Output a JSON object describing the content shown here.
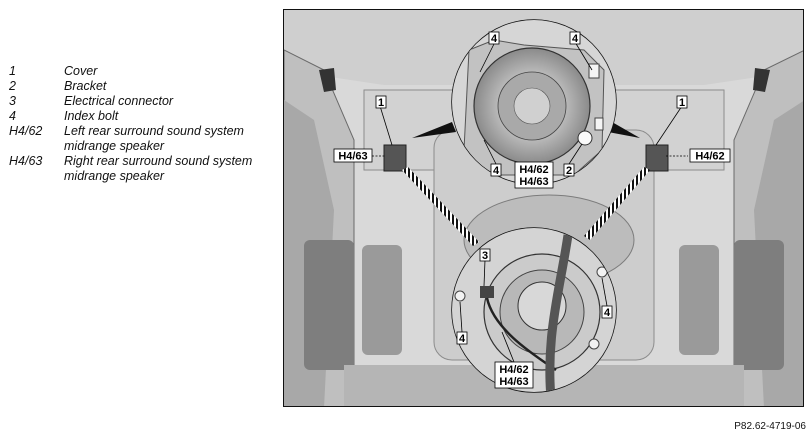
{
  "legend": [
    {
      "code": "1",
      "description": "Cover"
    },
    {
      "code": "2",
      "description": "Bracket"
    },
    {
      "code": "3",
      "description": "Electrical connector"
    },
    {
      "code": "4",
      "description": "Index bolt"
    },
    {
      "code": "H4/62",
      "description": "Left rear surround sound system midrange speaker"
    },
    {
      "code": "H4/63",
      "description": "Right rear surround sound system midrange speaker"
    }
  ],
  "callouts": {
    "c1_left": "1",
    "c1_right": "1",
    "c2": "2",
    "c3": "3",
    "c4_top_left": "4",
    "c4_top_right": "4",
    "c4_mid": "4",
    "c4_low_left": "4",
    "c4_low_right": "4",
    "h463_left": "H4/63",
    "h462_right": "H4/62",
    "h462_top": "H4/62",
    "h463_top": "H4/63",
    "h462_bottom": "H4/62",
    "h463_bottom": "H4/63"
  },
  "figure_ref": "P82.62-4719-06"
}
